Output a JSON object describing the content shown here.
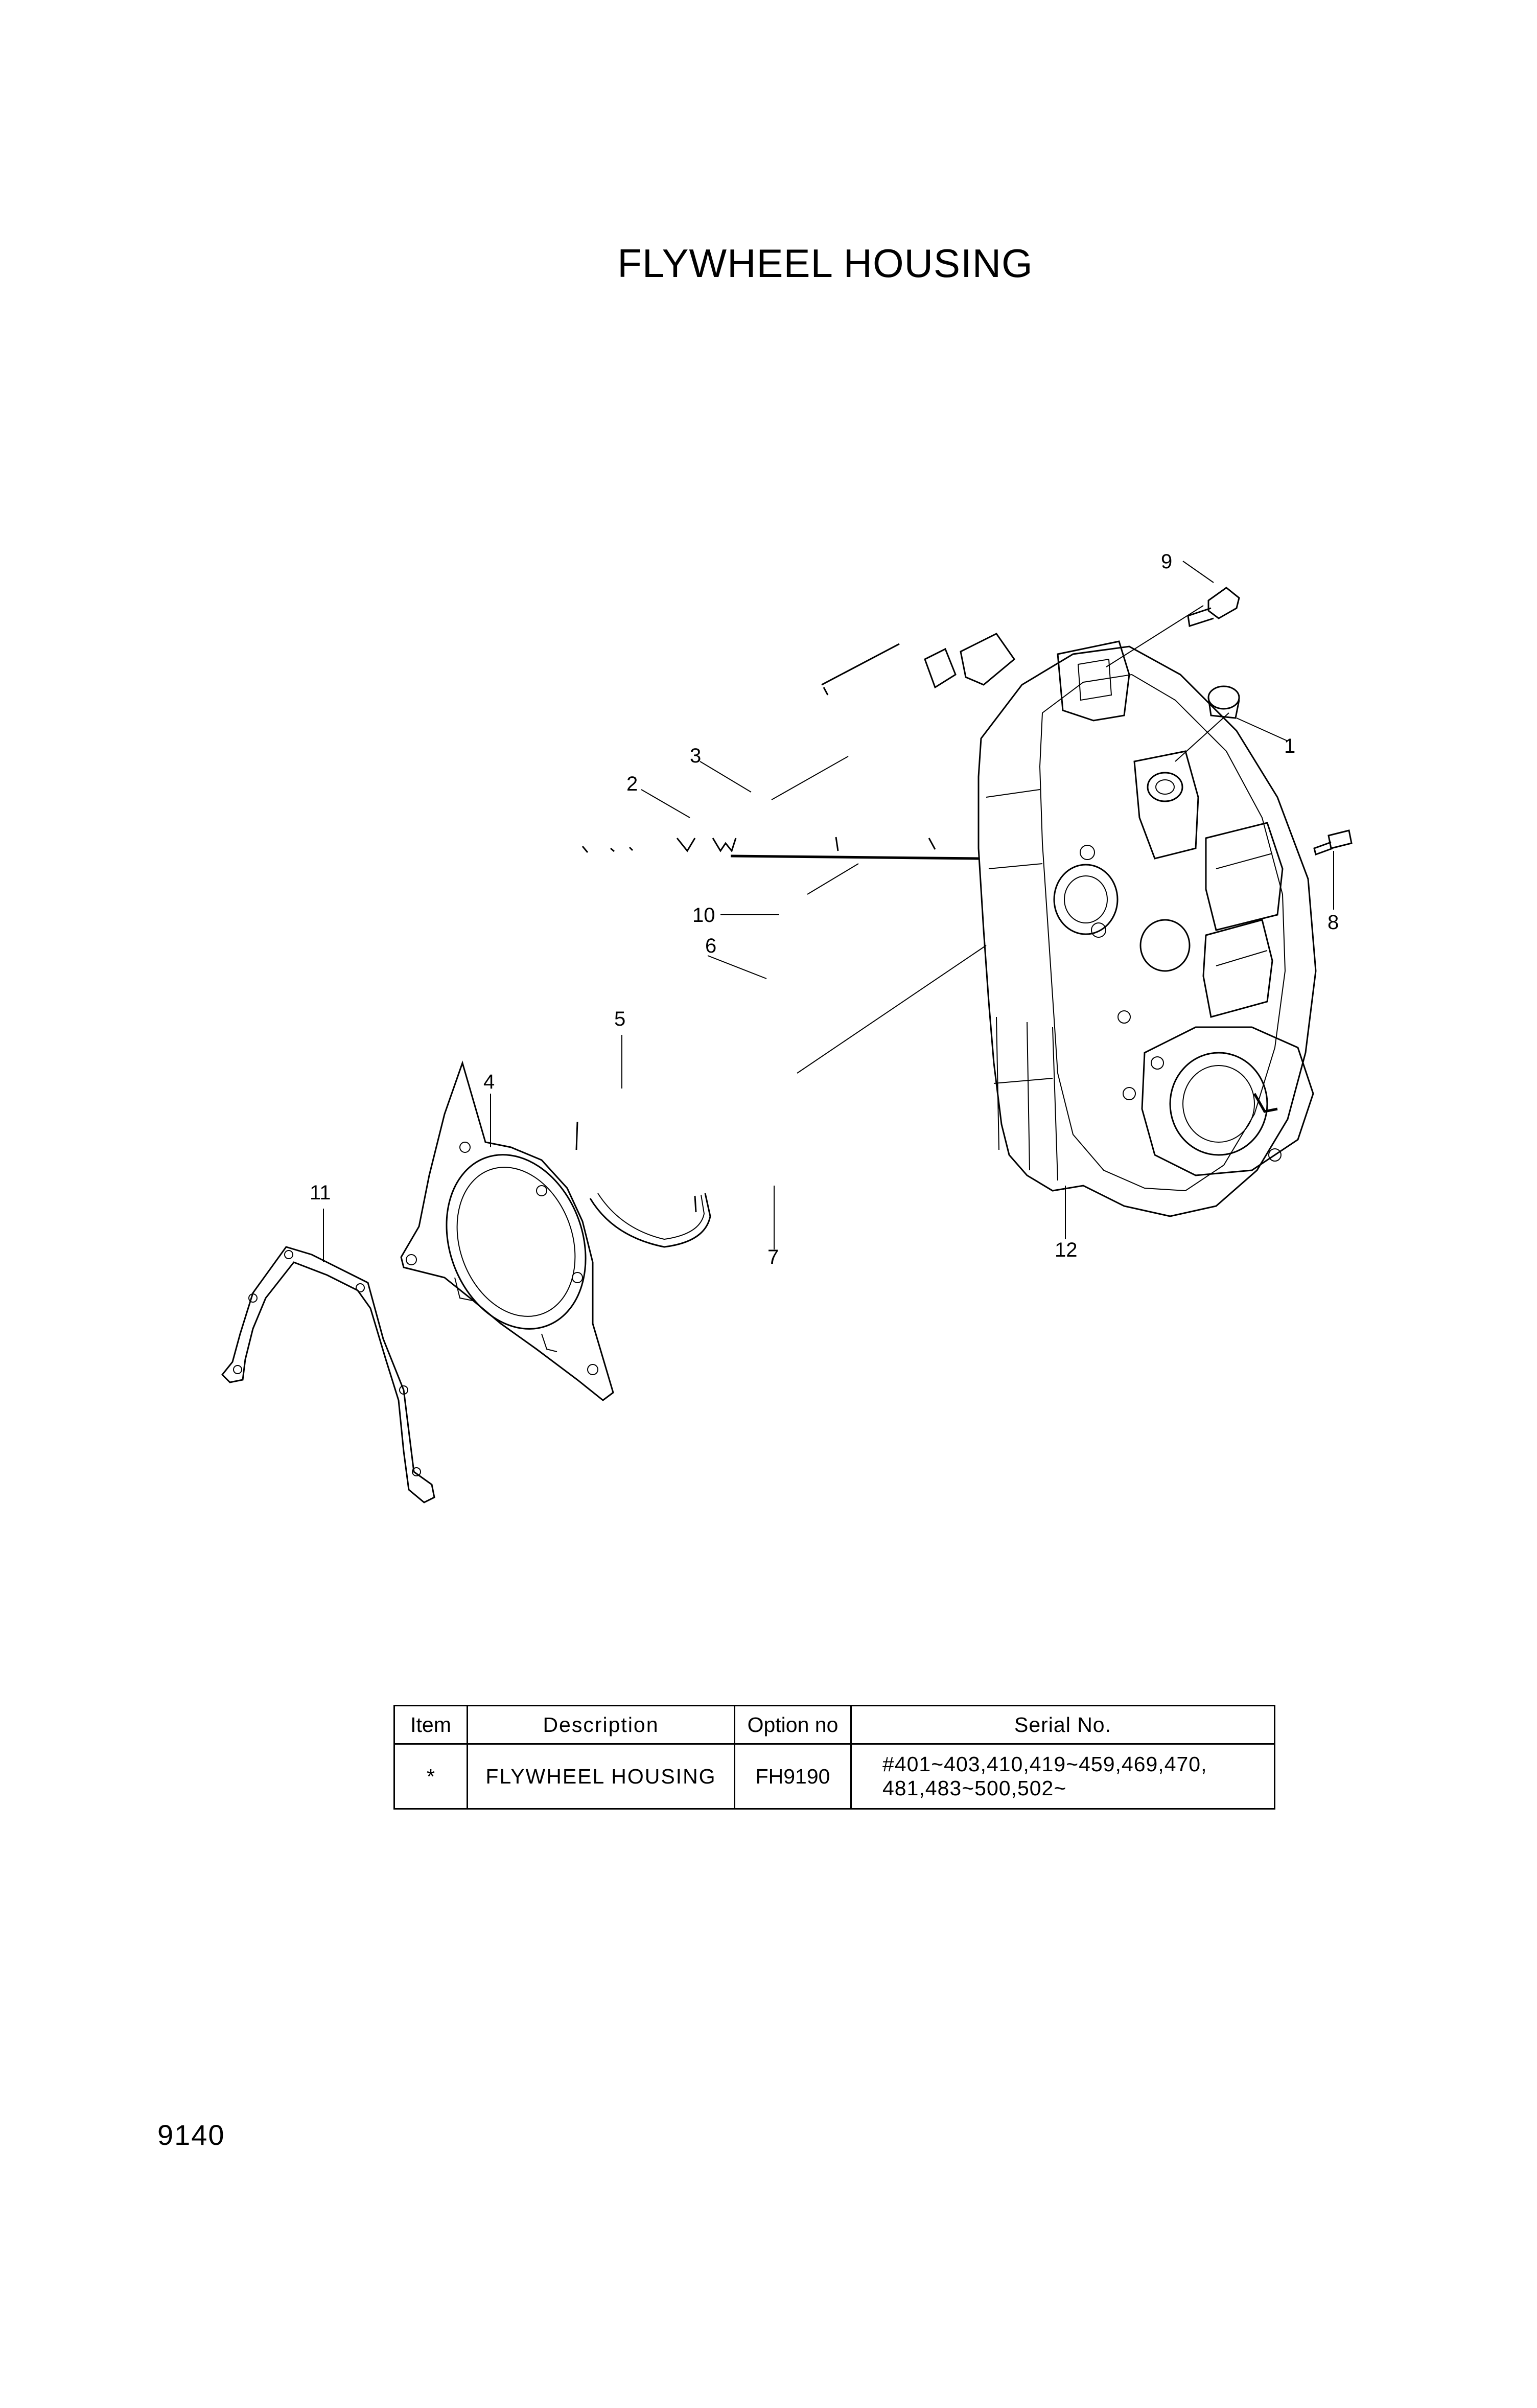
{
  "title": "FLYWHEEL HOUSING",
  "callouts": {
    "c1": "1",
    "c2": "2",
    "c3": "3",
    "c4": "4",
    "c5": "5",
    "c6": "6",
    "c7": "7",
    "c8": "8",
    "c9": "9",
    "c10": "10",
    "c11": "11",
    "c12": "12"
  },
  "table": {
    "headers": {
      "item": "Item",
      "description": "Description",
      "option": "Option no",
      "serial": "Serial No."
    },
    "row": {
      "item": "*",
      "description": "FLYWHEEL HOUSING",
      "option": "FH9190",
      "serial_line1": "#401~403,410,419~459,469,470,",
      "serial_line2": "481,483~500,502~"
    }
  },
  "page_number": "9140"
}
